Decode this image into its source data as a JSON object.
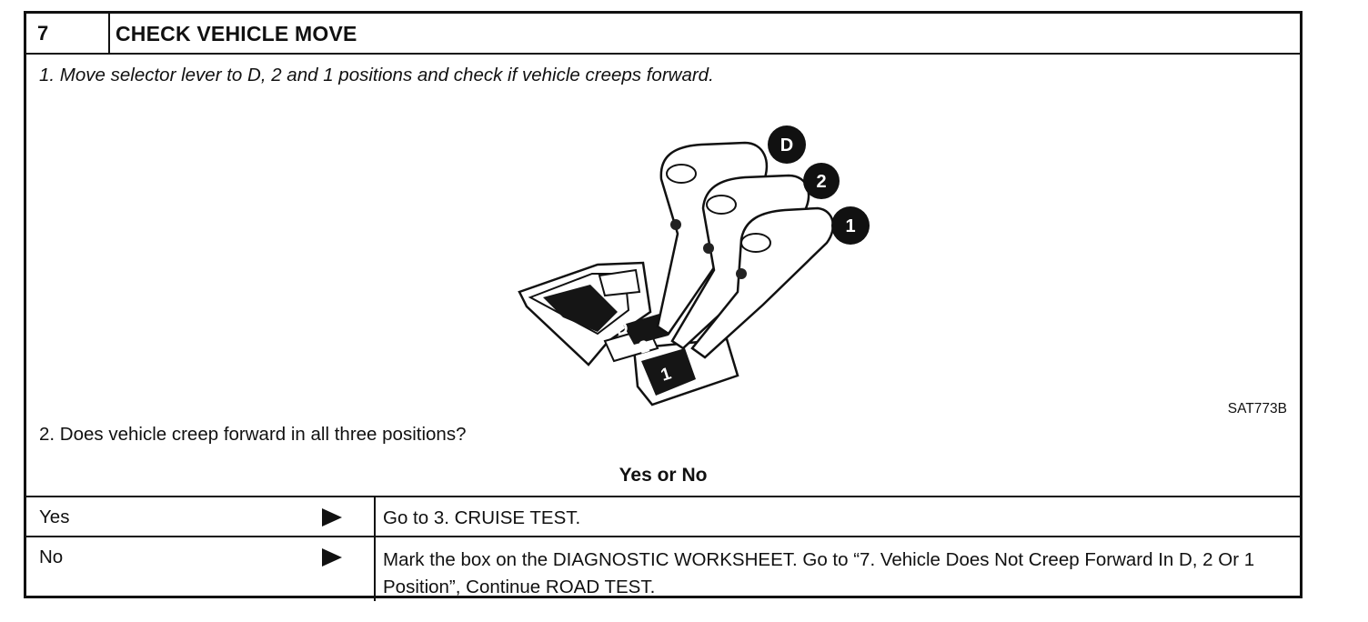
{
  "step": {
    "number": "7",
    "title": "CHECK VEHICLE MOVE"
  },
  "instructions": {
    "line1": "1. Move selector lever to D, 2 and 1 positions and check if vehicle creeps forward.",
    "line2": "2. Does vehicle creep forward in all three positions?"
  },
  "figure": {
    "code": "SAT773B",
    "callouts": [
      "D",
      "2",
      "1"
    ],
    "gate_labels": [
      "D",
      "2",
      "1"
    ]
  },
  "question_header": "Yes or No",
  "rows": [
    {
      "answer": "Yes",
      "action": "Go to 3. CRUISE TEST."
    },
    {
      "answer": "No",
      "action": "Mark the box on the DIAGNOSTIC WORKSHEET. Go to “7. Vehicle Does Not Creep Forward In D, 2 Or 1 Position”, Continue ROAD TEST."
    }
  ]
}
